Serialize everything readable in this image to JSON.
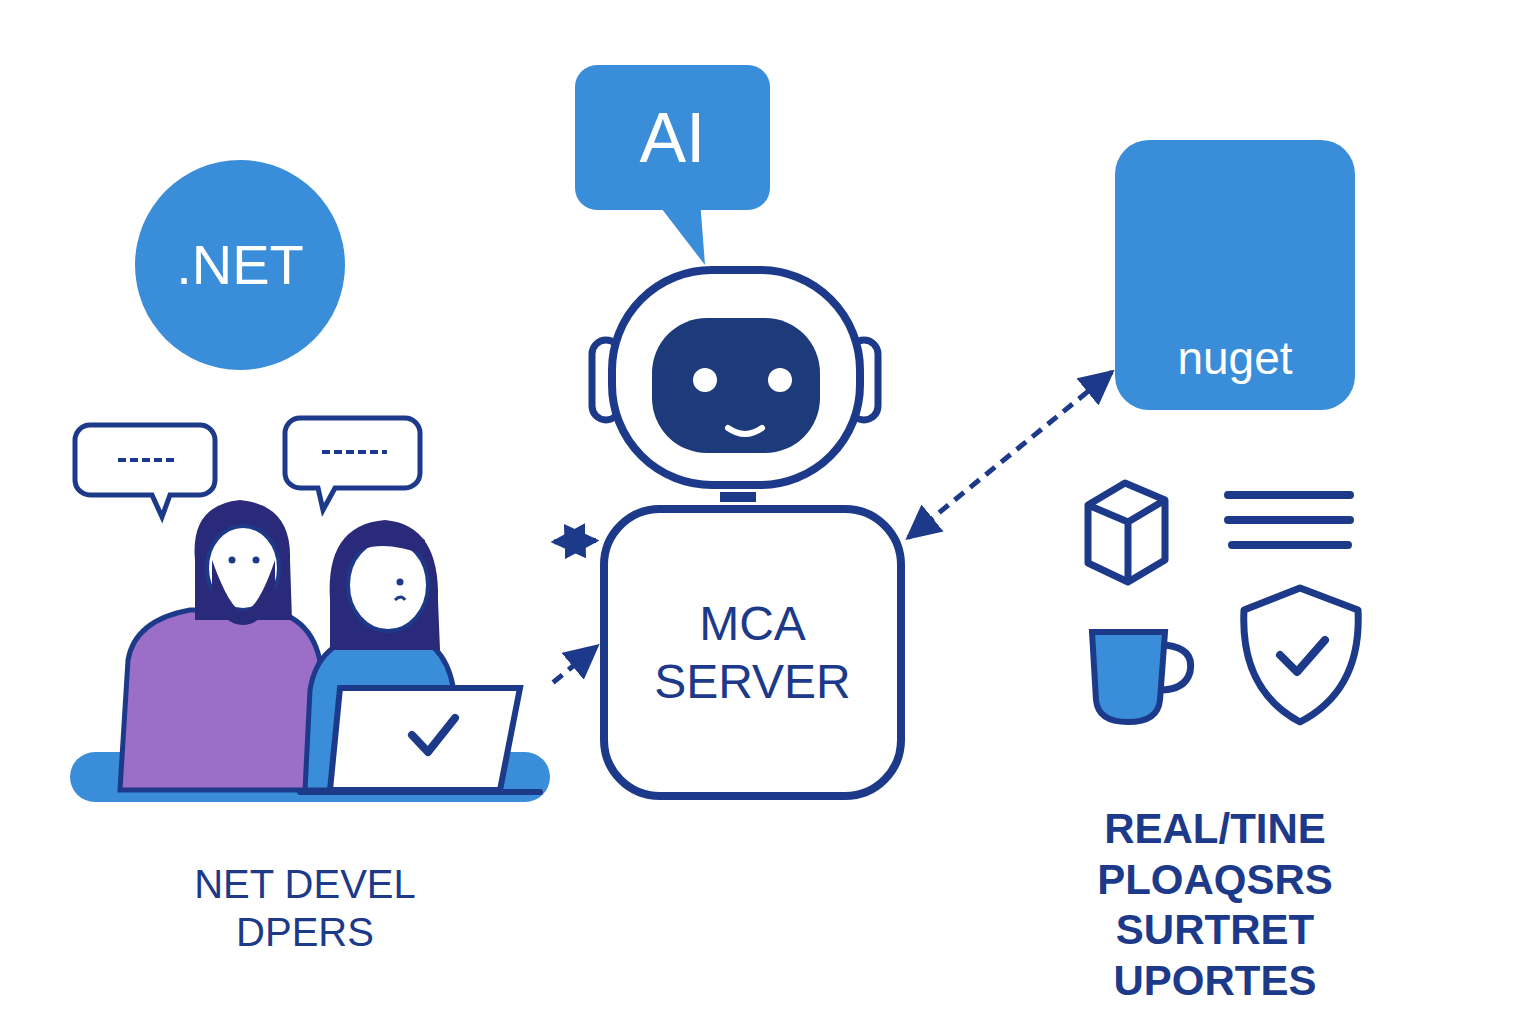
{
  "diagram": {
    "nodes": [
      {
        "text": [
          ".NET"
        ]
      },
      {
        "text": [
          "AI"
        ]
      },
      {
        "text": [
          "MCA SERVER"
        ]
      },
      {
        "text": [
          "nuget"
        ]
      },
      {
        "text": [
          "NET DEVEL DPERS"
        ]
      },
      {
        "text": [
          "REAL/TINE PLOAQSRS SURTRET UPORTES"
        ]
      }
    ],
    "edges": [
      {
        "from": 4,
        "to": 2,
        "arrow": "both"
      },
      {
        "from": 4,
        "to": 2,
        "arrow": "to"
      },
      {
        "from": 2,
        "to": 3,
        "arrow": "both"
      }
    ]
  }
}
